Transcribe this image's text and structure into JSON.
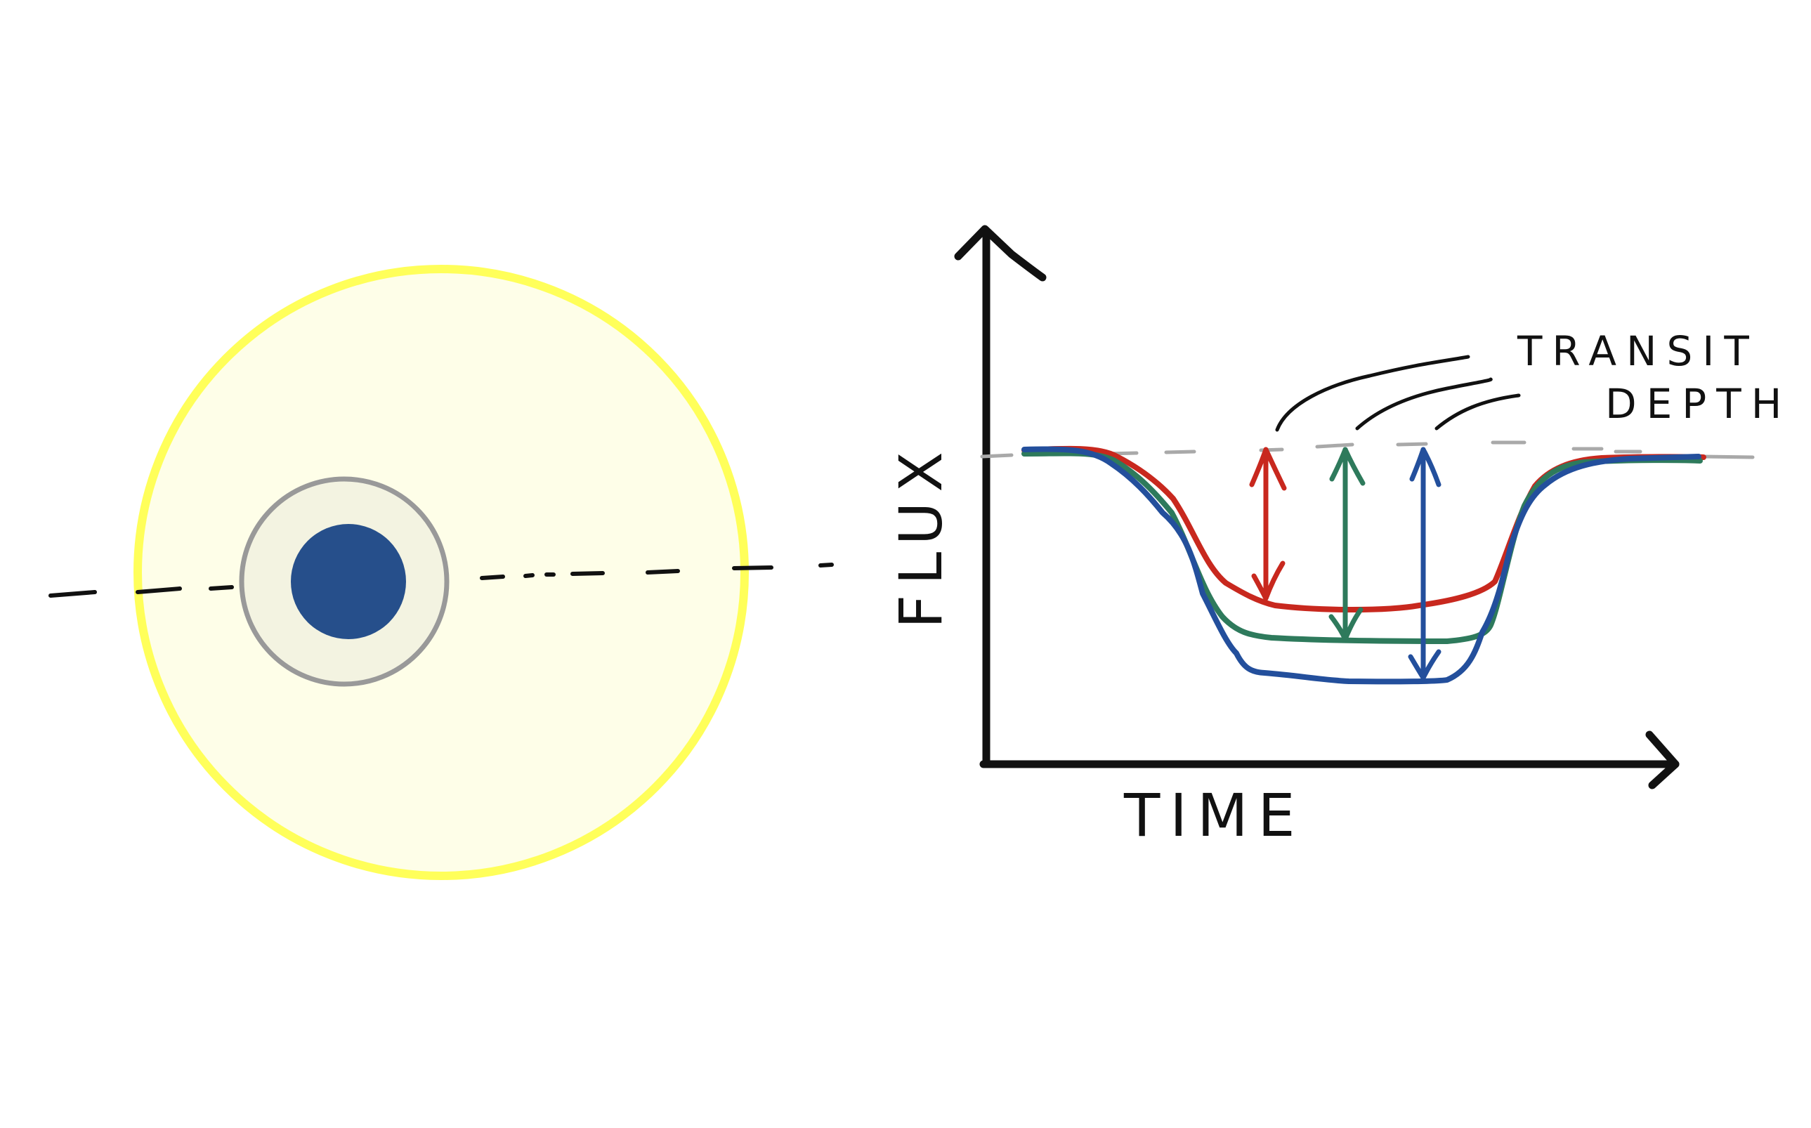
{
  "diagram": {
    "title": "",
    "star": {
      "fill_color": "#fefee8",
      "rim_color": "#ffff5a"
    },
    "planet": {
      "core_color": "#264f8b",
      "atmosphere_fill": "#f3f3e1",
      "atmosphere_ring_color": "#999999"
    },
    "transit_chord_color": "#111111",
    "graph": {
      "x_axis_label": "TIME",
      "y_axis_label": "FLUX",
      "baseline_color": "#a9a9a9",
      "annotation_line1": "TRANSIT",
      "annotation_line2": "DEPTH",
      "curves": [
        {
          "name": "red",
          "color": "#c8281e",
          "relative_depth": 1
        },
        {
          "name": "green",
          "color": "#2e7a5c",
          "relative_depth": 2
        },
        {
          "name": "blue",
          "color": "#234f9c",
          "relative_depth": 3
        }
      ]
    }
  }
}
